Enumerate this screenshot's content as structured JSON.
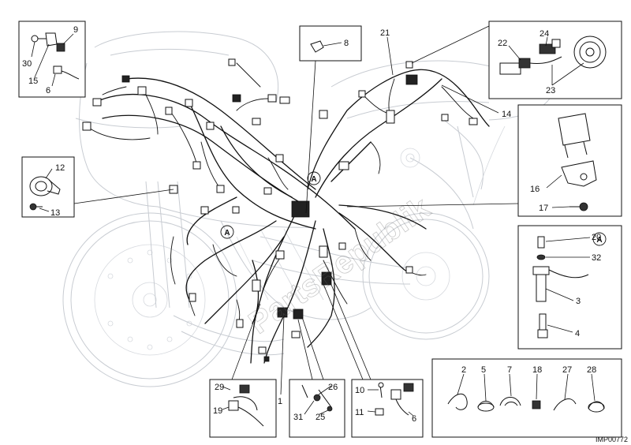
{
  "diagram": {
    "callouts": {
      "c1": "1",
      "c2": "2",
      "c3": "3",
      "c4": "4",
      "c5": "5",
      "c6": "6",
      "c6b": "6",
      "c7": "7",
      "c8": "8",
      "c9": "9",
      "c10": "10",
      "c11": "11",
      "c12": "12",
      "c13": "13",
      "c14": "14",
      "c15": "15",
      "c16": "16",
      "c17": "17",
      "c18": "18",
      "c19": "19",
      "c20": "20",
      "c21": "21",
      "c22": "22",
      "c23": "23",
      "c24": "24",
      "c25": "25",
      "c26": "26",
      "c27": "27",
      "c28": "28",
      "c29": "29",
      "c30": "30",
      "c31": "31",
      "c32": "32"
    },
    "ref_marker": "A",
    "drawing_code": "IMP00772",
    "watermark": "PartsRepublik"
  }
}
